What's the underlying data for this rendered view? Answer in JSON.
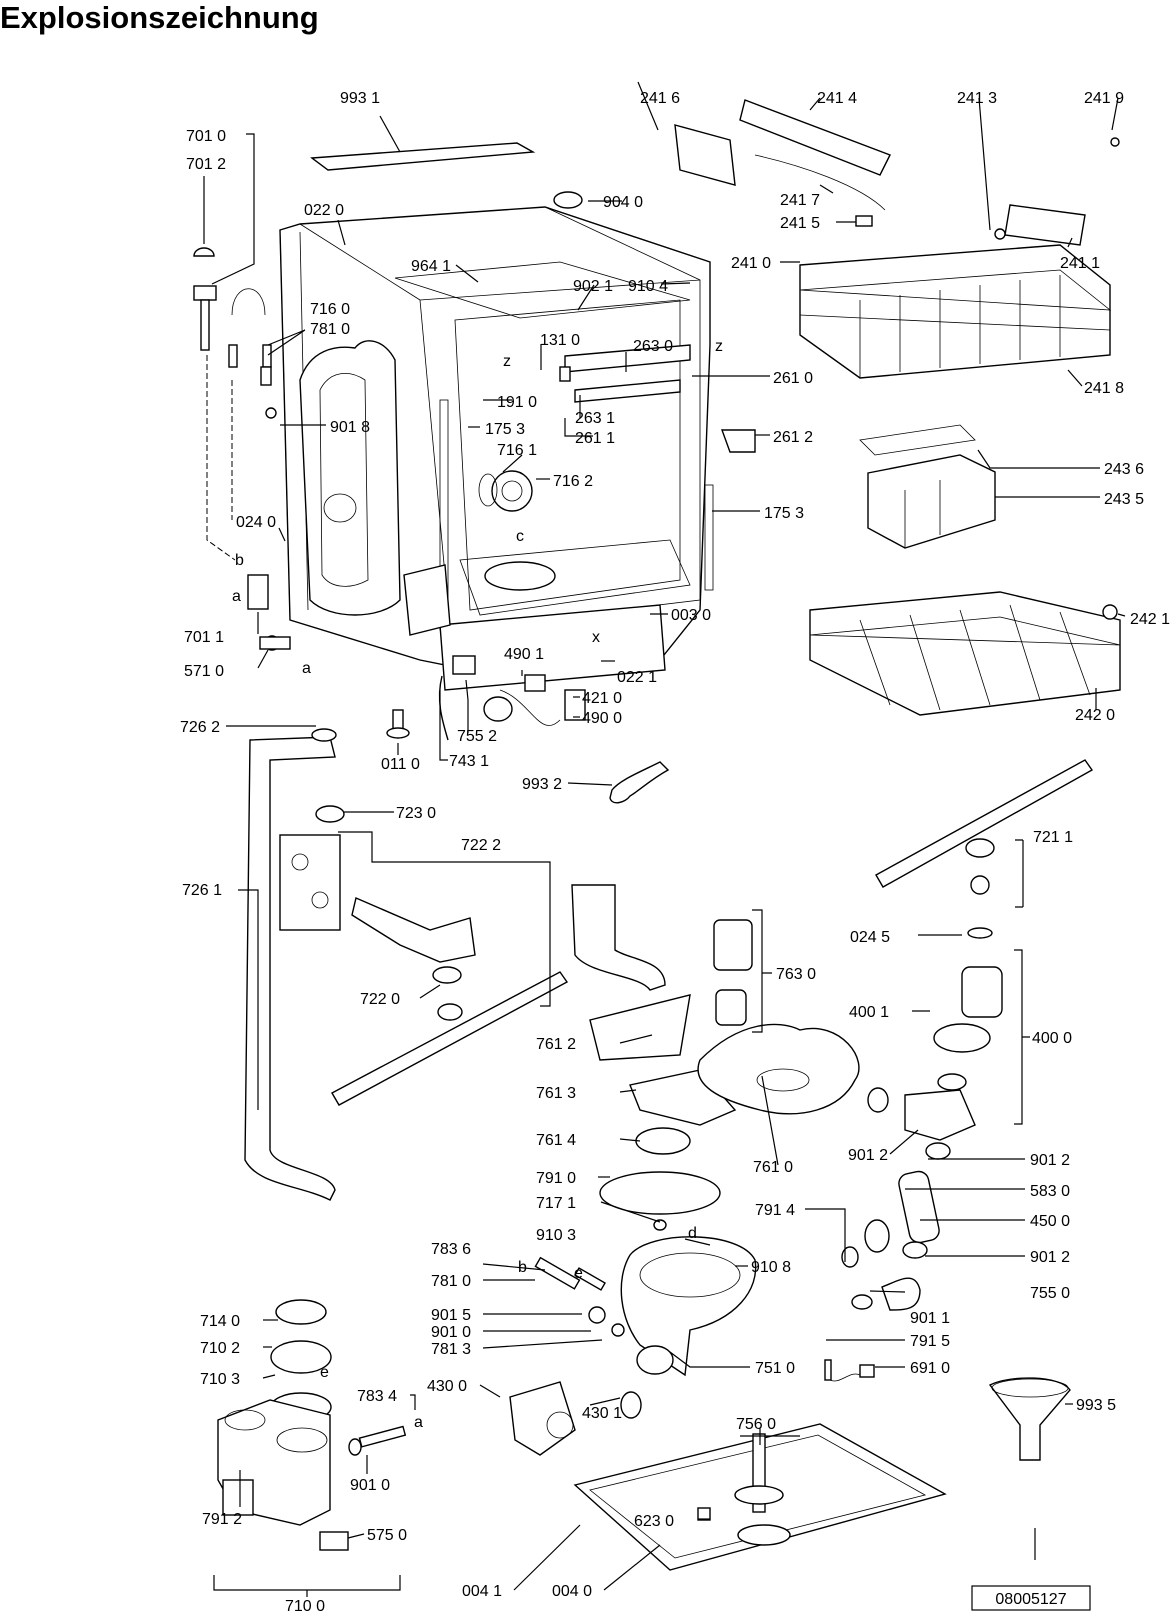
{
  "title": "Explosionszeichnung",
  "drawing_number": "08005127",
  "labels": [
    "993 1",
    "701 0",
    "701 2",
    "022 0",
    "964 1",
    "902 1",
    "910 4",
    "904 0",
    "716 0",
    "781 0",
    "131 0",
    "263 0",
    "261 0",
    "901 8",
    "191 0",
    "175 3",
    "263 1",
    "261 1",
    "261 2",
    "716 1",
    "716 2",
    "175 3",
    "024 0",
    "701 1",
    "571 0",
    "003 0",
    "490 1",
    "022 1",
    "421 0",
    "490 0",
    "755 2",
    "743 1",
    "011 0",
    "993 2",
    "726 2",
    "723 0",
    "722 2",
    "726 1",
    "722 0",
    "241 6",
    "241 4",
    "241 3",
    "241 9",
    "241 7",
    "241 5",
    "241 0",
    "241 1",
    "241 8",
    "243 6",
    "243 5",
    "242 1",
    "242 0",
    "721 1",
    "024 5",
    "400 1",
    "400 0",
    "763 0",
    "761 2",
    "761 3",
    "761 4",
    "761 0",
    "901 2",
    "901 2",
    "791 0",
    "717 1",
    "791 4",
    "583 0",
    "450 0",
    "910 3",
    "910 8",
    "783 6",
    "781 0",
    "901 5",
    "901 0",
    "781 3",
    "901 2",
    "755 0",
    "901 1",
    "791 5",
    "751 0",
    "691 0",
    "714 0",
    "710 2",
    "710 3",
    "783 4",
    "430 0",
    "430 1",
    "756 0",
    "901 0",
    "791 2",
    "623 0",
    "575 0",
    "993 5",
    "710 0",
    "004 1",
    "004 0"
  ],
  "letters": [
    "z",
    "z",
    "c",
    "x",
    "b",
    "a",
    "a",
    "b",
    "e",
    "e",
    "d",
    "a"
  ]
}
